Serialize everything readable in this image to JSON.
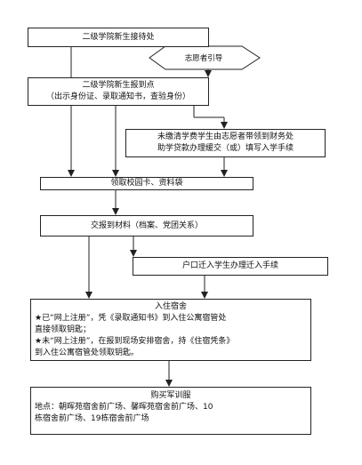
{
  "steps": {
    "reception": "二级学院新生接待处",
    "guide": "志愿者引导",
    "registration_title": "二级学院新生报到点",
    "registration_note": "（出示身份证、录取通知书，查验身份）",
    "loan_line1": "未缴清学费学生由志愿者带领到财务处",
    "loan_line2": "助学贷款办理缓交（或）填写入学手续",
    "campus_card": "领取校园卡、资料袋",
    "documents": "交报到材料（档案、党团关系）",
    "hukou": "户口迁入学生办理迁入手续",
    "dorm_title": "入住宿舍",
    "dorm_note1_line1": "★已“网上注册”，凭《录取通知书》到入住公寓宿管处",
    "dorm_note1_line2": "直接领取钥匙；",
    "dorm_note2_line1": "★未“网上注册”，在报到现场安排宿舍，持《住宿凭条》",
    "dorm_note2_line2": "到入住公寓宿管处领取钥匙。",
    "military_title": "购买军训服",
    "military_line1": "地点：朝晖苑宿舍前广场、馨晖苑宿舍前广场、10",
    "military_line2": "栋宿舍前广场、19栋宿舍前广场"
  }
}
